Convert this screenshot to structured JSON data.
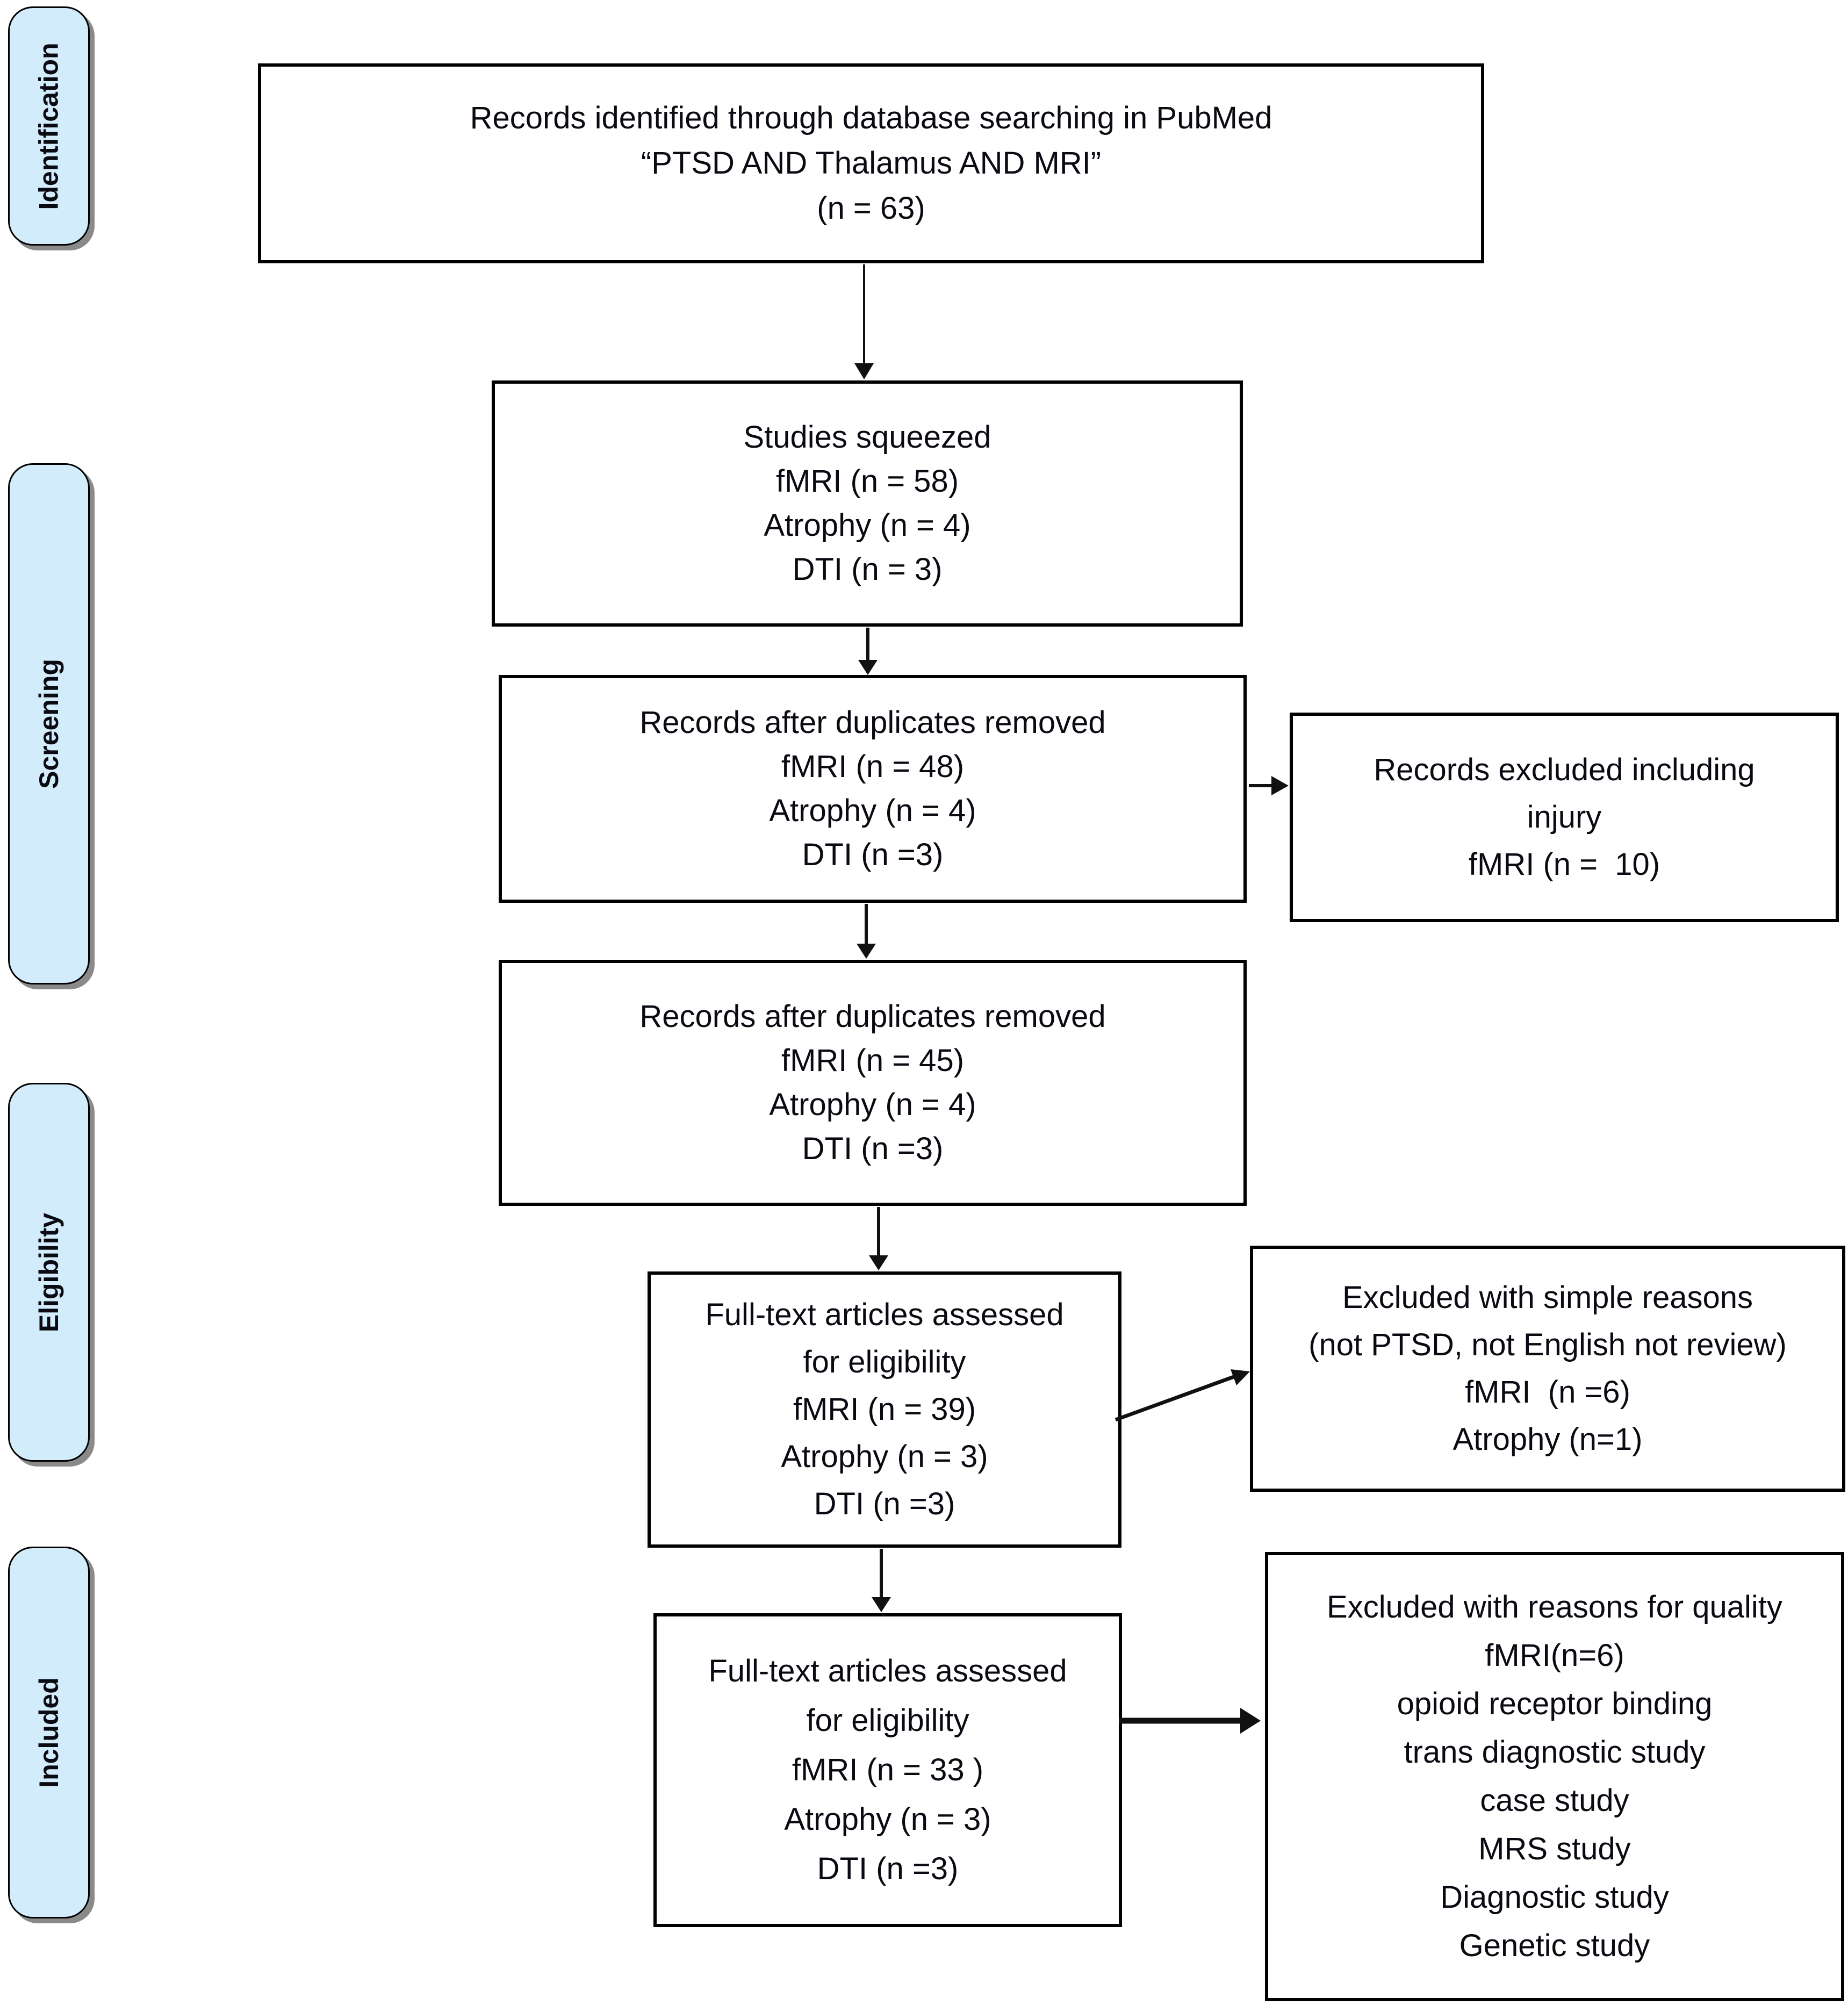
{
  "diagram": {
    "stages": [
      {
        "label": "Identification"
      },
      {
        "label": "Screening"
      },
      {
        "label": "Eligibility"
      },
      {
        "label": "Included"
      }
    ],
    "boxes": {
      "identified": {
        "lines": [
          "Records identified through database searching in PubMed",
          "“PTSD AND Thalamus AND MRI”",
          "(n = 63)"
        ]
      },
      "squeezed": {
        "lines": [
          "Studies squeezed",
          "fMRI (n = 58)",
          "Atrophy (n = 4)",
          "DTI (n = 3)"
        ]
      },
      "dedup1": {
        "lines": [
          "Records after duplicates removed",
          "fMRI (n = 48)",
          "Atrophy (n = 4)",
          "DTI (n =3)"
        ]
      },
      "dedup2": {
        "lines": [
          "Records after duplicates removed",
          "fMRI (n = 45)",
          "Atrophy (n = 4)",
          "DTI (n =3)"
        ]
      },
      "fulltext1": {
        "lines": [
          "Full-text articles assessed",
          "for eligibility",
          "fMRI (n = 39)",
          "Atrophy (n = 3)",
          "DTI (n =3)"
        ]
      },
      "fulltext2": {
        "lines": [
          "Full-text articles assessed",
          "for eligibility",
          "fMRI (n = 33 )",
          "Atrophy (n = 3)",
          "DTI (n =3)"
        ]
      }
    },
    "exclusions": {
      "injury": {
        "lines": [
          "Records excluded including",
          "injury",
          "fMRI (n =  10)"
        ]
      },
      "simple": {
        "lines": [
          "Excluded with simple reasons",
          "(not PTSD, not English not review)",
          "fMRI  (n =6)",
          "Atrophy (n=1)"
        ]
      },
      "quality": {
        "lines": [
          "Excluded with reasons for quality",
          "fMRI(n=6)",
          "opioid receptor binding",
          "trans diagnostic study",
          "case study",
          "MRS study",
          "Diagnostic study",
          "Genetic study"
        ]
      }
    },
    "colors": {
      "stage_fill": "#d3ecfb",
      "stage_border": "#000000",
      "box_border": "#000000",
      "text": "#0a0a12",
      "shadow": "#8a8a8a",
      "background": "#ffffff",
      "arrow": "#111111"
    }
  }
}
